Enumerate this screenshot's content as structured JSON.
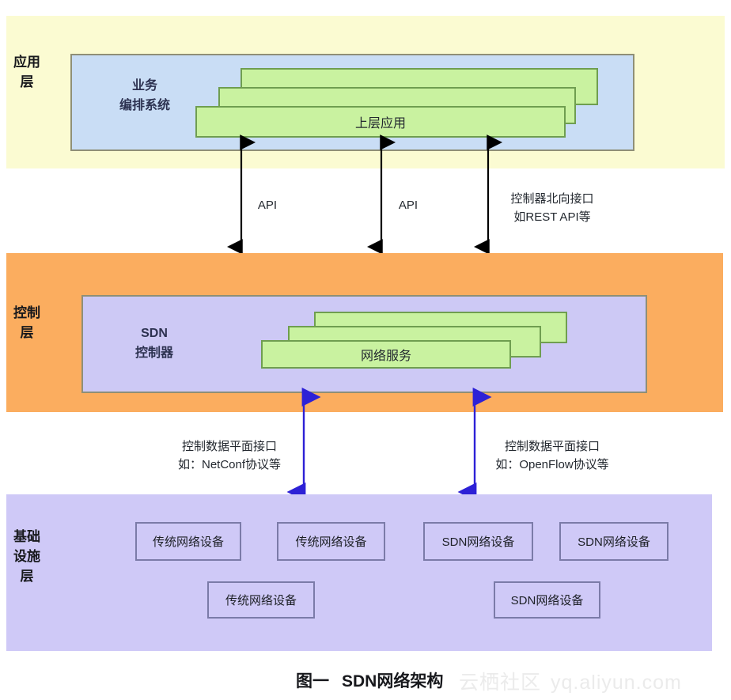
{
  "diagram": {
    "caption_figure_no": "图一",
    "caption_title": "SDN网络架构",
    "watermark_cn": "云栖社区",
    "watermark_url": "yq.aliyun.com",
    "colors": {
      "application_band": "#fbfbd2",
      "control_band": "#fbad5f",
      "infrastructure_band": "#cfc9f7",
      "application_box": "#c9ddf5",
      "control_box": "#cdc9f5",
      "green_card": "#c9f2a0",
      "green_card_border": "#6f9e50",
      "black_arrow": "#000000",
      "blue_arrow": "#2d21d6",
      "device_border": "#7b7ba8"
    }
  },
  "layers": {
    "application": {
      "title": "应用层",
      "inner_box_label": "业务\n编排系统",
      "inner_box_label_line1": "业务",
      "inner_box_label_line2": "编排系统",
      "cards": [
        {
          "label": ""
        },
        {
          "label": ""
        },
        {
          "label": "上层应用"
        }
      ]
    },
    "control": {
      "title": "控制层",
      "inner_box_label_line1": "SDN",
      "inner_box_label_line2": "控制器",
      "cards": [
        {
          "label": ""
        },
        {
          "label": ""
        },
        {
          "label": "网络服务"
        }
      ]
    },
    "infrastructure": {
      "title": "基础设施层",
      "devices": [
        {
          "label": "传统网络设备"
        },
        {
          "label": "传统网络设备"
        },
        {
          "label": "SDN网络设备"
        },
        {
          "label": "SDN网络设备"
        },
        {
          "label": "传统网络设备"
        },
        {
          "label": "SDN网络设备"
        }
      ]
    }
  },
  "connections": {
    "northbound": [
      {
        "label": "API"
      },
      {
        "label": "API"
      },
      {
        "label_line1": "控制器北向接口",
        "label_line2": "如REST API等"
      }
    ],
    "southbound": [
      {
        "label_line1": "控制数据平面接口",
        "label_line2": "如：NetConf协议等"
      },
      {
        "label_line1": "控制数据平面接口",
        "label_line2": "如：OpenFlow协议等"
      }
    ]
  }
}
